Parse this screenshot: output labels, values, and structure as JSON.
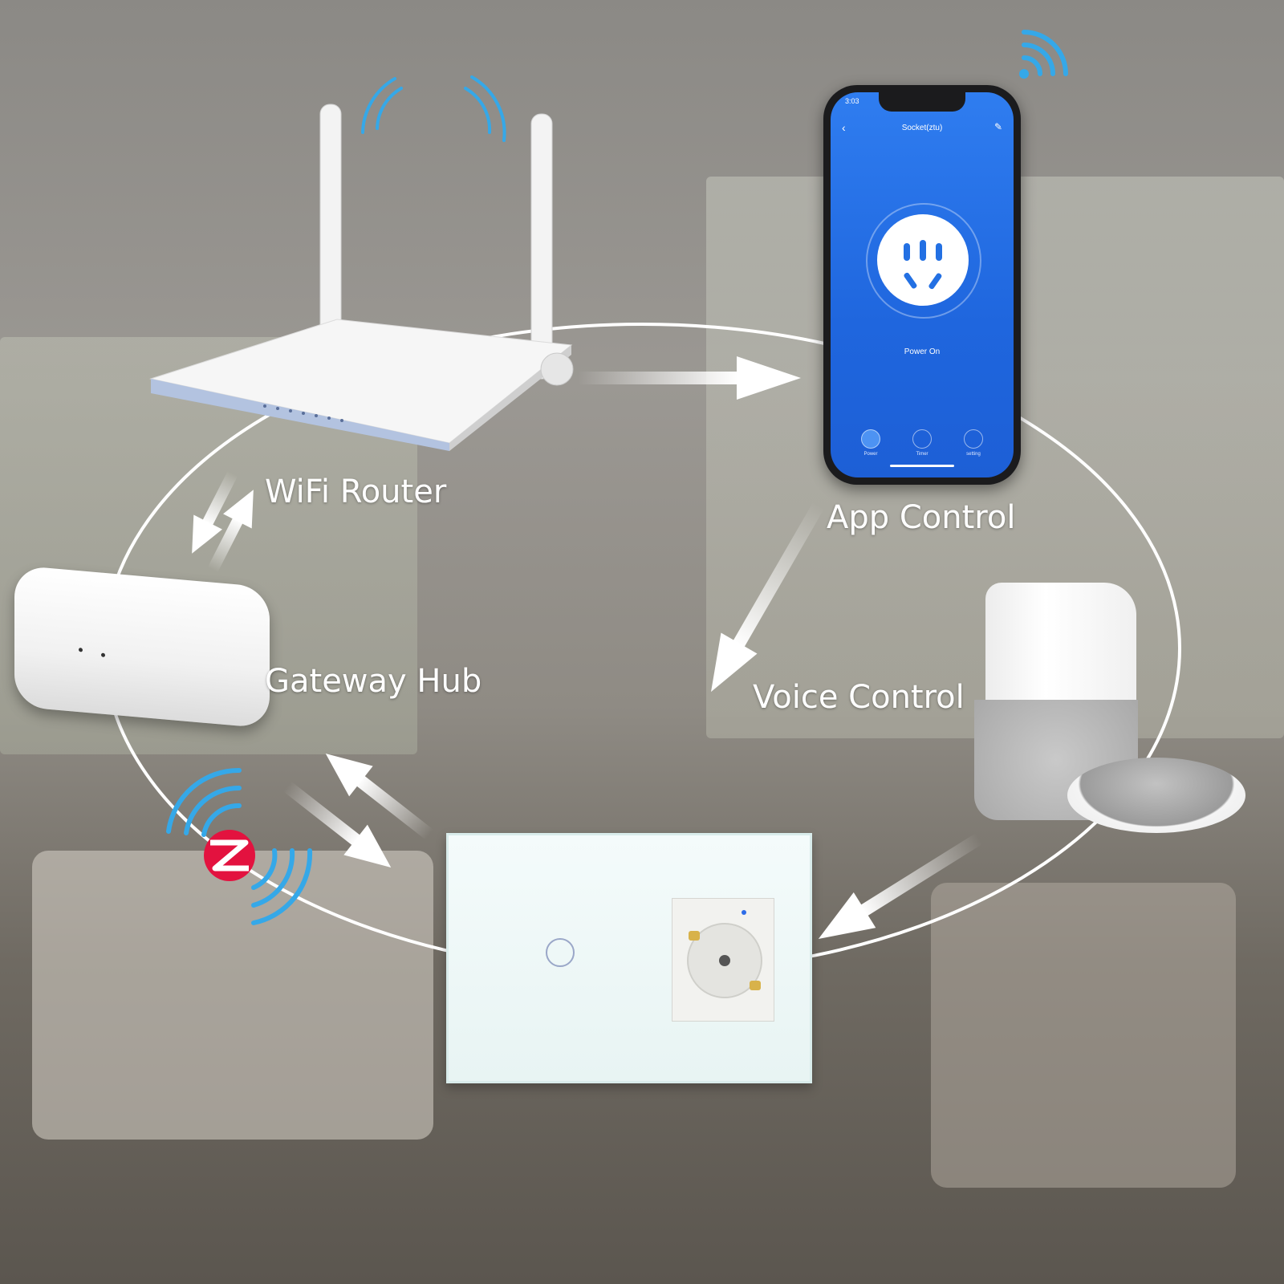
{
  "labels": {
    "wifi_router": "WiFi Router",
    "app_control": "App Control",
    "gateway_hub": "Gateway Hub",
    "voice_control": "Voice Control"
  },
  "phone_app": {
    "status_time": "3:03",
    "title": "Socket(ztu)",
    "power_state": "Power On",
    "tabs": [
      {
        "label": "Power",
        "icon": "power-icon"
      },
      {
        "label": "Timer",
        "icon": "clock-icon"
      },
      {
        "label": "setting",
        "icon": "cube-icon"
      }
    ]
  },
  "colors": {
    "signal_blue": "#35a8e8",
    "app_blue": "#2370e3",
    "zigbee_red": "#e3123f"
  },
  "icons": [
    "wifi-signal-icon",
    "zigbee-icon",
    "power-icon",
    "clock-icon",
    "cube-icon"
  ]
}
